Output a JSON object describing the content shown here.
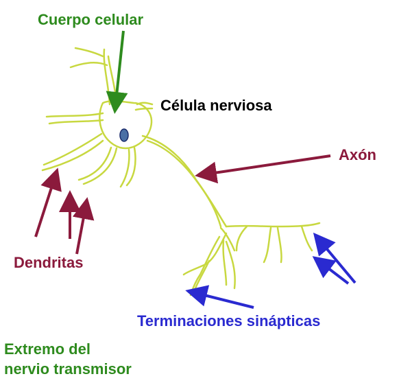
{
  "labels": {
    "cuerpo_celular": "Cuerpo celular",
    "celula_nerviosa": "Célula nerviosa",
    "axon": "Axón",
    "dendritas": "Dendritas",
    "terminaciones": "Terminaciones sinápticas",
    "extremo_line1": "Extremo del",
    "extremo_line2": "nervio transmisor"
  },
  "colors": {
    "cuerpo_celular": "#2e8b1e",
    "celula_nerviosa": "#000000",
    "axon": "#8b1a3c",
    "dendritas": "#8b1a3c",
    "terminaciones": "#2a2ad0",
    "extremo": "#2e8b1e",
    "neuron_outline": "#c8d840",
    "nucleus_fill": "#4a6fa5",
    "nucleus_stroke": "#1a2a6a"
  }
}
